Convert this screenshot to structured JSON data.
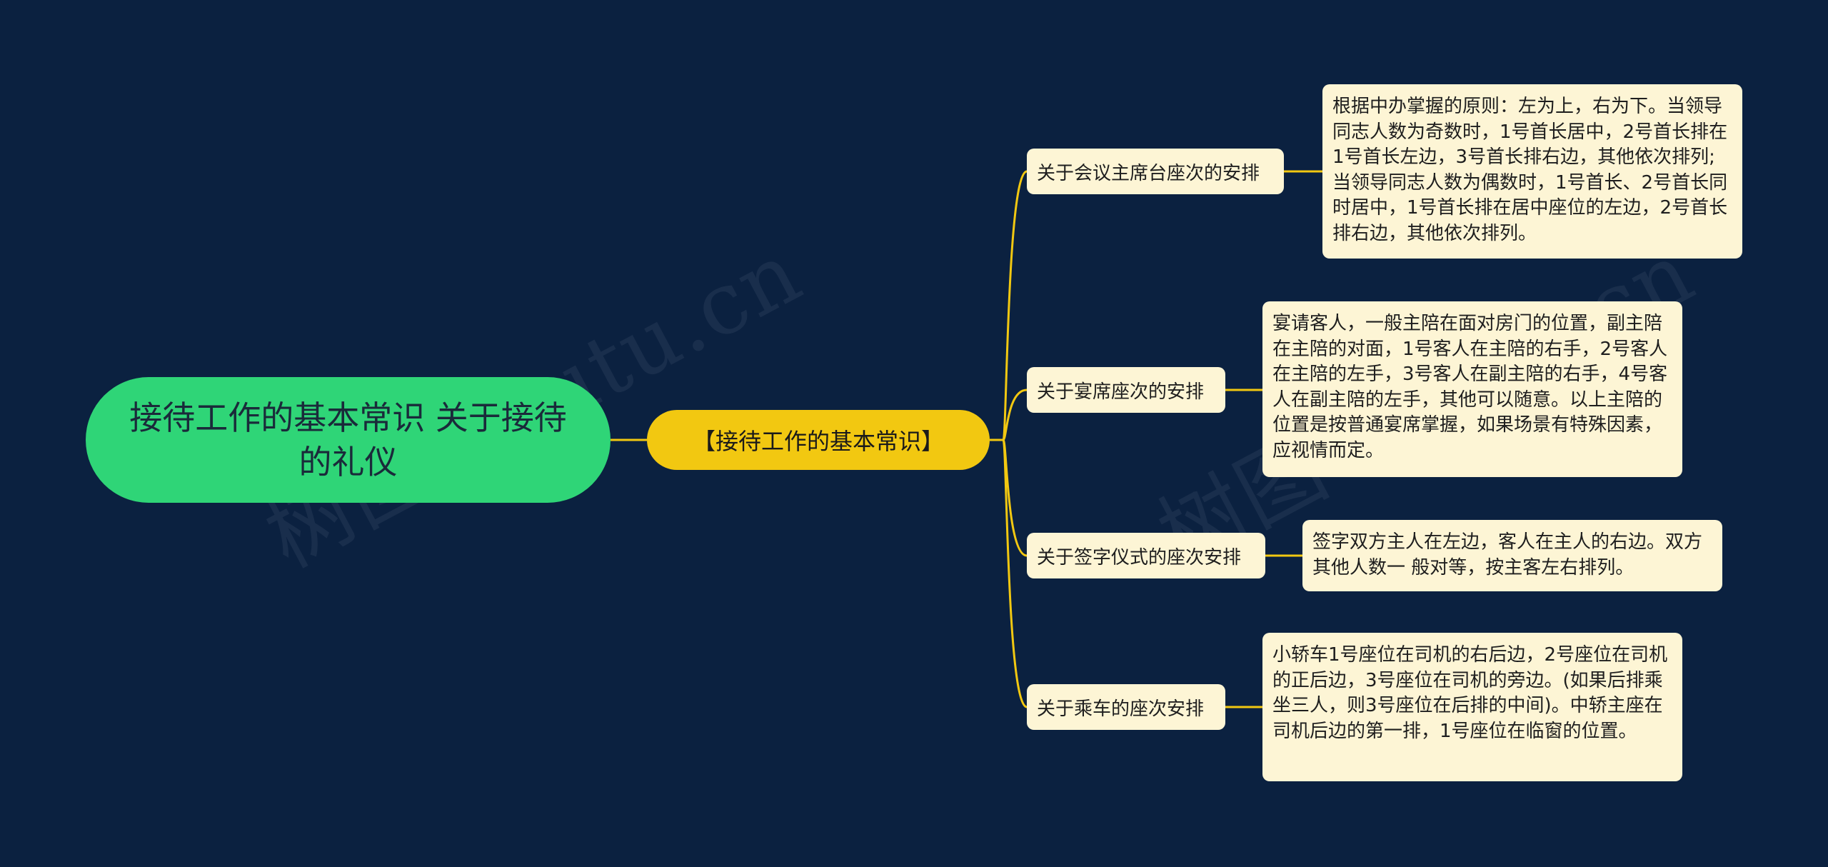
{
  "colors": {
    "background": "#0b2140",
    "root_fill": "#2fd577",
    "root_text": "#1a2a3a",
    "center_fill": "#f2c811",
    "center_text": "#1a1a1a",
    "box_fill": "#fdf5d5",
    "box_text": "#1e1e1e",
    "line": "#f2c811"
  },
  "watermark": "树图 shutu.cn",
  "root": {
    "label": "接待工作的基本常识 关于接待的礼仪"
  },
  "center": {
    "label": "【接待工作的基本常识】"
  },
  "branches": [
    {
      "label": "关于会议主席台座次的安排",
      "detail": "根据中办掌握的原则：左为上，右为下。当领导同志人数为奇数时，1号首长居中，2号首长排在1号首长左边，3号首长排右边，其他依次排列;当领导同志人数为偶数时，1号首长、2号首长同时居中，1号首长排在居中座位的左边，2号首长排右边，其他依次排列。"
    },
    {
      "label": "关于宴席座次的安排",
      "detail": "宴请客人，一般主陪在面对房门的位置，副主陪在主陪的对面，1号客人在主陪的右手，2号客人在主陪的左手，3号客人在副主陪的右手，4号客人在副主陪的左手，其他可以随意。以上主陪的位置是按普通宴席掌握，如果场景有特殊因素，应视情而定。"
    },
    {
      "label": "关于签字仪式的座次安排",
      "detail": "签字双方主人在左边，客人在主人的右边。双方其他人数一 般对等，按主客左右排列。"
    },
    {
      "label": "关于乘车的座次安排",
      "detail": "小轿车1号座位在司机的右后边，2号座位在司机的正后边，3号座位在司机的旁边。(如果后排乘坐三人，则3号座位在后排的中间)。中轿主座在司机后边的第一排，1号座位在临窗的位置。"
    }
  ]
}
